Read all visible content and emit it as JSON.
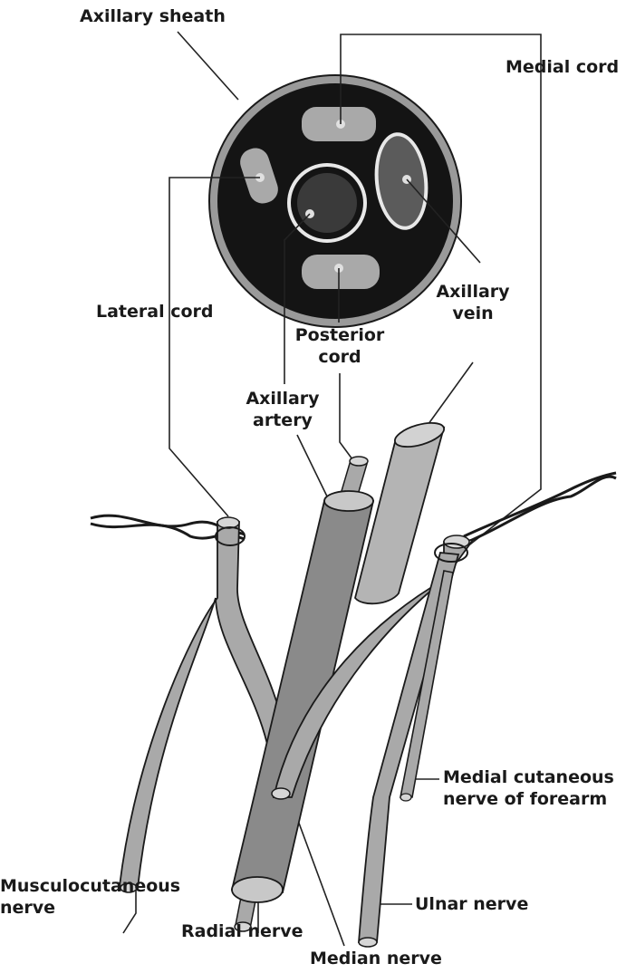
{
  "labels": {
    "axillary_sheath": "Axillary sheath",
    "medial_cord": "Medial cord",
    "lateral_cord": "Lateral cord",
    "axillary_vein": [
      "Axillary",
      "vein"
    ],
    "posterior_cord": [
      "Posterior",
      "cord"
    ],
    "axillary_artery": [
      "Axillary",
      "artery"
    ],
    "medial_cutaneous": [
      "Medial cutaneous",
      "nerve of forearm"
    ],
    "musculocutaneous": [
      "Musculocutaneous",
      "nerve"
    ],
    "ulnar_nerve": "Ulnar nerve",
    "radial_nerve": "Radial nerve",
    "median_nerve": "Median nerve"
  },
  "colors": {
    "sheath_fill": "#141414",
    "sheath_ring": "#9a9a9a",
    "cord_fill": "#a9a9a9",
    "vessel_fill": "#8a8a8a",
    "outline": "#1a1a1a",
    "leader": "#222222"
  }
}
